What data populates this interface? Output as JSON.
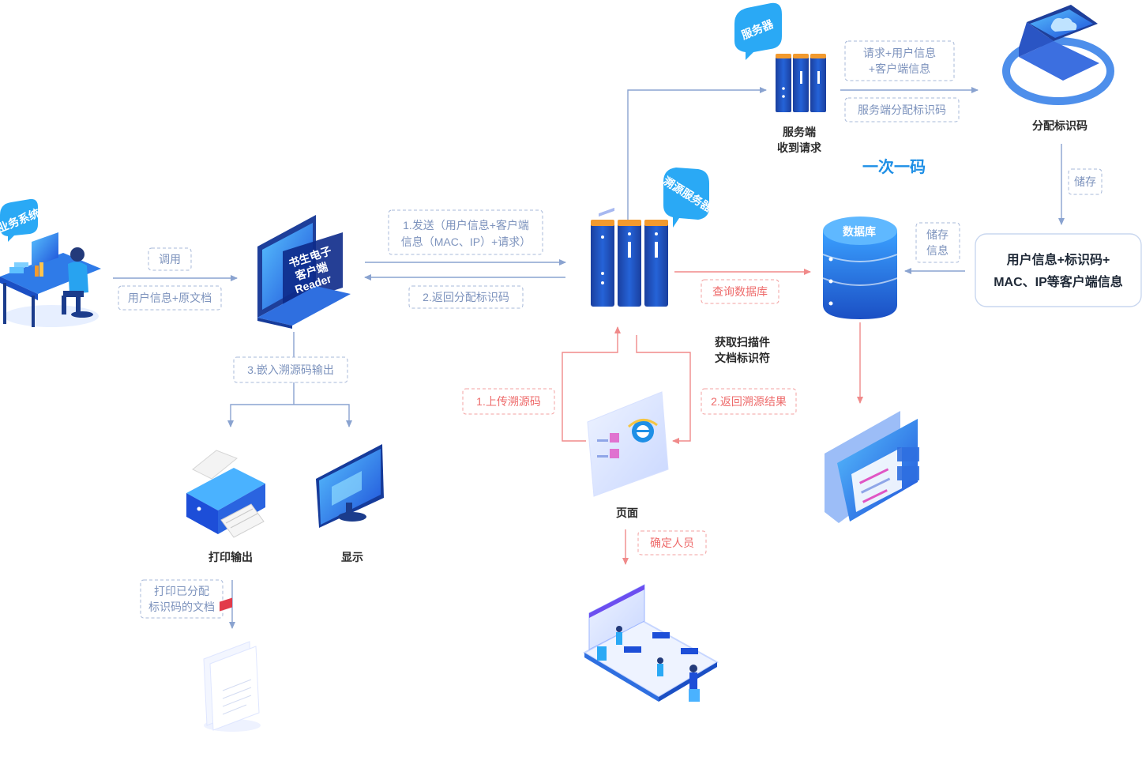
{
  "tags": {
    "business_system": "业务系统",
    "server_top": "服务器",
    "trace_server": "溯源服务器"
  },
  "reader": {
    "line1": "书生电子",
    "line2": "客户端",
    "line3": "Reader"
  },
  "labels": {
    "invoke": "调用",
    "user_info_doc": "用户信息+原文档",
    "send_line1": "1.发送（用户信息+客户端",
    "send_line2": "信息（MAC、IP）+请求）",
    "return_code": "2.返回分配标识码",
    "embed": "3.嵌入溯源码输出",
    "request_line1": "请求+用户信息",
    "request_line2": "+客户端信息",
    "server_assign": "服务端分配标识码",
    "query_db": "查询数据库",
    "store_top": "储存",
    "store_info_line1": "储存",
    "store_info_line2": "信息",
    "upload": "1.上传溯源码",
    "return_result": "2.返回溯源结果",
    "confirm": "确定人员",
    "print_doc_line1": "打印已分配",
    "print_doc_line2": "标识码的文档"
  },
  "captions": {
    "server_recv_line1": "服务端",
    "server_recv_line2": "收到请求",
    "assign_code": "分配标识码",
    "one_code": "一次一码",
    "database": "数据库",
    "info_box_line1": "用户信息+标识码+",
    "info_box_line2": "MAC、IP等客户端信息",
    "scan_line1": "获取扫描件",
    "scan_line2": "文档标识符",
    "page": "页面",
    "print_output": "打印输出",
    "display": "显示"
  },
  "colors": {
    "blue_primary": "#1f5fd1",
    "accent_cyan": "#2aa9f5",
    "red_line": "#f08a8a",
    "blue_line": "#8aa3d0",
    "highlight_text": "#1e8fe6"
  }
}
